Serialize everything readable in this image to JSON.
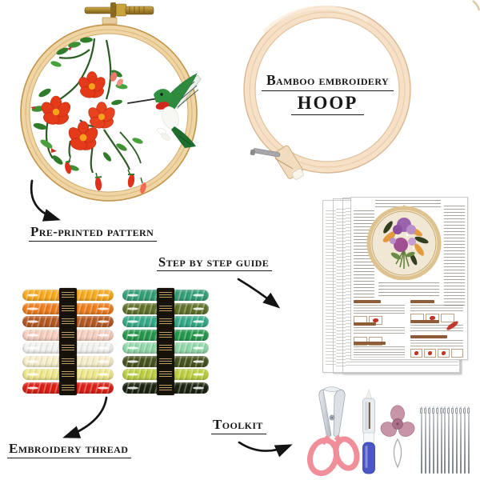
{
  "background": "#ffffff",
  "sections": {
    "preprinted_pattern": {
      "label": "Pre-printed pattern"
    },
    "bamboo_hoop": {
      "label_line1": "Bamboo embroidery",
      "label_line2": "HOOP"
    },
    "step_guide": {
      "label": "Step by step guide",
      "sheet_count": 4
    },
    "embroidery_thread": {
      "label": "Embroidery thread",
      "skein_count": 16
    },
    "toolkit": {
      "label": "Toolkit",
      "items": [
        "scissors",
        "seam ripper",
        "flower needle threader",
        "hand needles"
      ],
      "needle_count": 13
    }
  },
  "threads": {
    "left_column": [
      {
        "name": "golden-yellow",
        "color": "#f9ab20"
      },
      {
        "name": "orange",
        "color": "#ee7d1e"
      },
      {
        "name": "rust-brown",
        "color": "#b65a23"
      },
      {
        "name": "pale-pink",
        "color": "#f6cfc0"
      },
      {
        "name": "white",
        "color": "#f3f3f1"
      },
      {
        "name": "cream",
        "color": "#f6eec9"
      },
      {
        "name": "pale-yellow",
        "color": "#efe88d"
      },
      {
        "name": "red",
        "color": "#dc2015"
      }
    ],
    "right_column": [
      {
        "name": "sea-green",
        "color": "#35a077"
      },
      {
        "name": "olive-green",
        "color": "#60732a"
      },
      {
        "name": "teal-green",
        "color": "#37ac8a"
      },
      {
        "name": "emerald-green",
        "color": "#27994e"
      },
      {
        "name": "mint-green",
        "color": "#93d8aa"
      },
      {
        "name": "dark-olive",
        "color": "#475420"
      },
      {
        "name": "yellow-green",
        "color": "#bdd042"
      },
      {
        "name": "blackish-green",
        "color": "#1a2410"
      }
    ]
  },
  "colors": {
    "label_text": "#181818",
    "arrow": "#141414",
    "pattern_hoop_wood": "#efd5a3",
    "bamboo_hoop_wood": "#f6e0c6",
    "scissors_handle": "#f08f9a",
    "seam_ripper_handle": "#4a55c8",
    "flower_threader": "#c794a8",
    "needle_metal": "#9aa0a6"
  }
}
